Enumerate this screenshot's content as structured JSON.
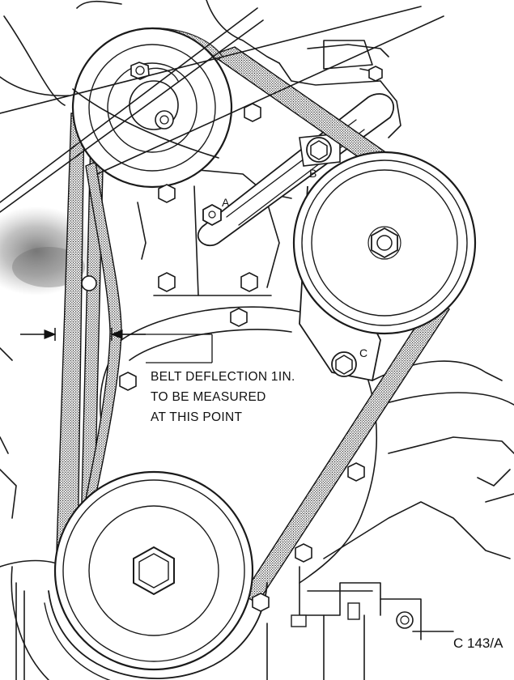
{
  "annotation": {
    "lines": [
      "BELT DEFLECTION 1IN.",
      "TO BE MEASURED",
      "AT THIS POINT"
    ]
  },
  "points": {
    "a": "A",
    "b": "B",
    "c": "C"
  },
  "figure_ref": "C 143/A"
}
